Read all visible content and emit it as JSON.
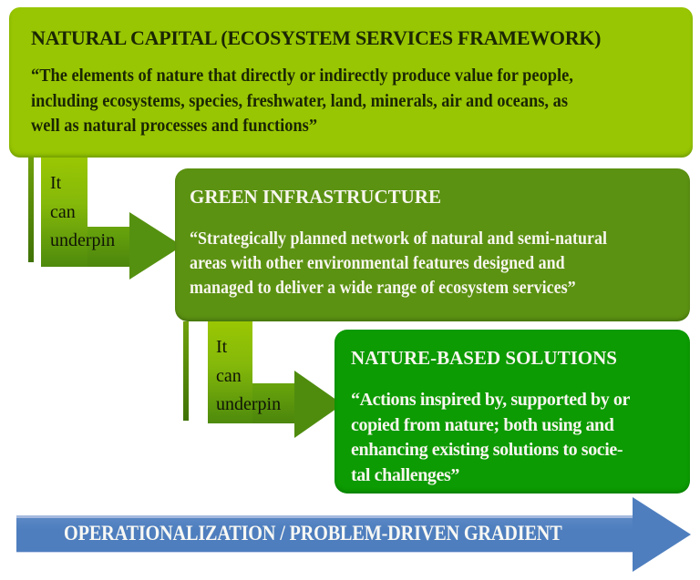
{
  "diagram": {
    "boxes": [
      {
        "id": "natural-capital",
        "title": "NATURAL CAPITAL (ECOSYSTEM SERVICES FRAMEWORK)",
        "quote_lines": [
          "“The elements of nature that directly or indirectly produce value for people,",
          "including ecosystems, species, freshwater, land, minerals, air and oceans, as",
          "well as natural processes and functions”"
        ],
        "bg_color": "#98C602",
        "text_color": "#1B2604"
      },
      {
        "id": "green-infrastructure",
        "title": "GREEN INFRASTRUCTURE",
        "quote_lines": [
          "“Strategically planned network of natural and semi-natural",
          "areas with other environmental features designed and",
          "managed to deliver a wide range of ecosystem services”"
        ],
        "bg_color": "#5C9212",
        "text_color": "#F7F6EE"
      },
      {
        "id": "nature-based-solutions",
        "title": "NATURE-BASED SOLUTIONS",
        "quote_lines": [
          "“Actions inspired by, supported by or",
          "copied from nature; both using and",
          "enhancing existing solutions to socie-",
          "tal challenges”"
        ],
        "bg_color": "#0C9B02",
        "text_color": "#F7F6EE"
      }
    ],
    "connectors": [
      {
        "label_lines": [
          "It",
          "can",
          "underpin"
        ],
        "arrow_color": "#559110"
      },
      {
        "label_lines": [
          "It",
          "can",
          "underpin"
        ],
        "arrow_color": "#4F8C0E"
      }
    ],
    "gradient_arrow": {
      "label": "OPERATIONALIZATION / PROBLEM-DRIVEN GRADIENT",
      "bg_color": "#4E7EBE",
      "text_color": "#F8F8F4"
    }
  }
}
